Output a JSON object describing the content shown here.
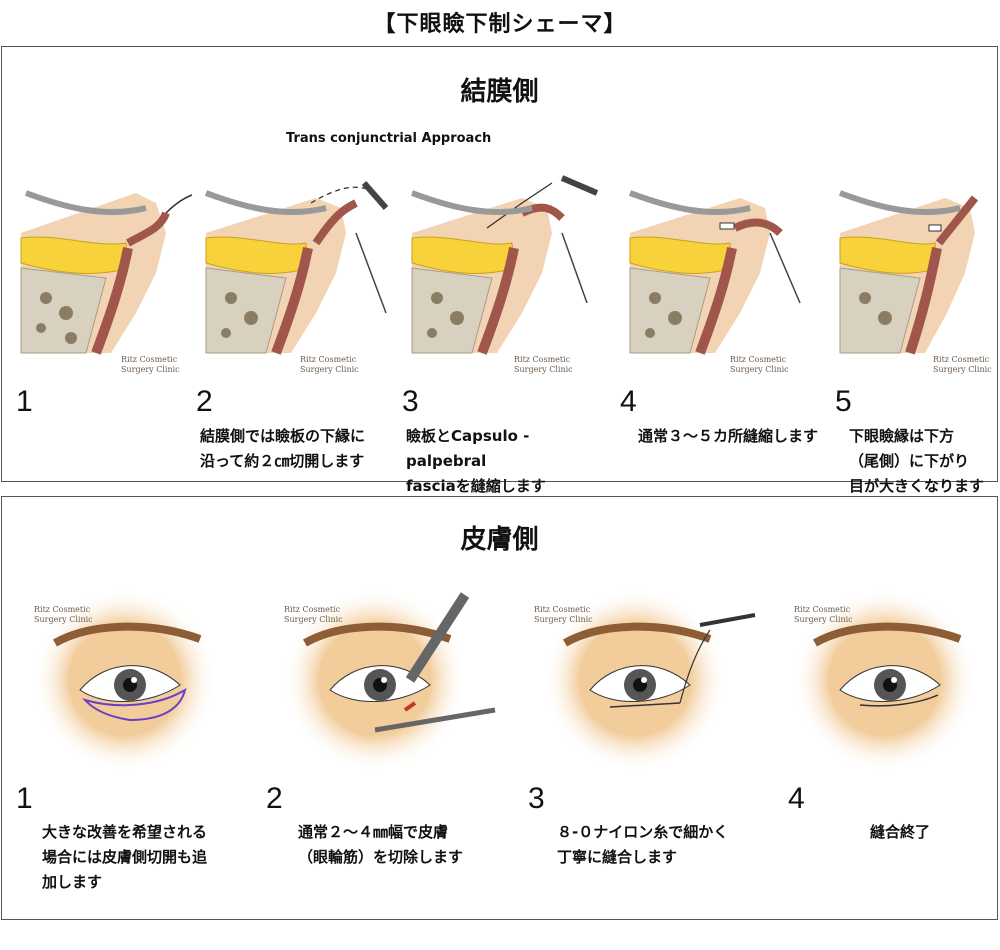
{
  "page_title": "【下眼瞼下制シェーマ】",
  "top_section": {
    "title": "結膜側",
    "approach_label": "Trans conjunctrial Approach",
    "watermark_line1": "Ritz Cosmetic",
    "watermark_line2": "Surgery Clinic",
    "steps": [
      {
        "number": "1",
        "text": ""
      },
      {
        "number": "2",
        "text": "結膜側では瞼板の下縁に\n沿って約２㎝切開します"
      },
      {
        "number": "3",
        "text": "瞼板とCapsulo - palpebral\nfasciaを縫縮します"
      },
      {
        "number": "4",
        "text": "通常３～５カ所縫縮します"
      },
      {
        "number": "5",
        "text": "下眼瞼縁は下方\n（尾側）に下がり\n目が大きくなります"
      }
    ]
  },
  "bottom_section": {
    "title": "皮膚側",
    "watermark_line1": "Ritz Cosmetic",
    "watermark_line2": "Surgery Clinic",
    "steps": [
      {
        "number": "1",
        "text": "大きな改善を希望される\n場合には皮膚側切開も追\n加します"
      },
      {
        "number": "2",
        "text": "通常２～４㎜幅で皮膚\n（眼輪筋）を切除します"
      },
      {
        "number": "3",
        "text": "８-０ナイロン糸で細かく\n丁寧に縫合します"
      },
      {
        "number": "4",
        "text": "縫合終了"
      }
    ]
  },
  "colors": {
    "skin": "#f2d3b4",
    "fat": "#f7d23a",
    "bone": "#d9d1c0",
    "muscle": "#a0564b",
    "border": "#555555",
    "incision": "#6a3fc4"
  }
}
